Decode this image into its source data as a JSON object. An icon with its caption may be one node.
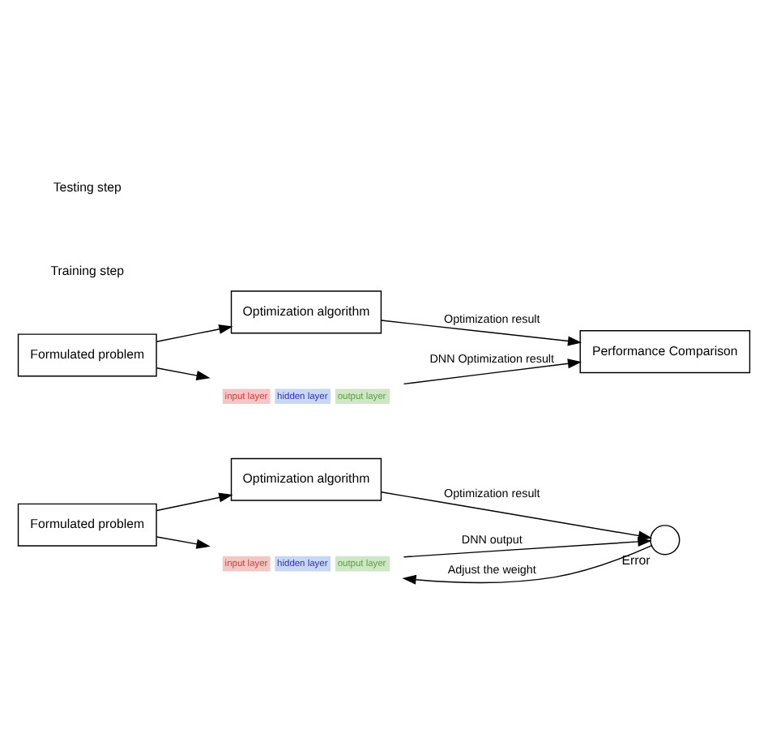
{
  "diagram": {
    "nodes": [
      {
        "text": [
          "Formulated problem"
        ]
      },
      {
        "text": [
          "Optimization algorithm"
        ]
      },
      {
        "text": [
          "input layer",
          "hidden layer",
          "output layer"
        ]
      },
      {
        "text": [],
        "shape": "circle",
        "beside": [
          "Error"
        ]
      },
      {
        "text": [
          "Formulated problem"
        ]
      },
      {
        "text": [
          "Optimization algorithm"
        ]
      },
      {
        "text": [
          "input layer",
          "hidden layer",
          "output layer"
        ]
      },
      {
        "text": [
          "Performance Comparison"
        ]
      }
    ],
    "edges": [
      {
        "from": 0,
        "to": 1,
        "arrow": "to"
      },
      {
        "from": 0,
        "to": 2,
        "arrow": "to"
      },
      {
        "from": 1,
        "to": 3,
        "arrow": "to",
        "label": "Optimization result"
      },
      {
        "from": 2,
        "to": 3,
        "arrow": "to",
        "label": "DNN output"
      },
      {
        "from": 3,
        "to": 2,
        "arrow": "to",
        "label": "Adjust the weight"
      },
      {
        "from": 4,
        "to": 5,
        "arrow": "to"
      },
      {
        "from": 4,
        "to": 6,
        "arrow": "to"
      },
      {
        "from": 5,
        "to": 7,
        "arrow": "to",
        "label": "Optimization result"
      },
      {
        "from": 6,
        "to": 7,
        "arrow": "to",
        "label": "DNN Optimization result"
      }
    ],
    "labels": [
      "Training step",
      "Testing step"
    ]
  }
}
